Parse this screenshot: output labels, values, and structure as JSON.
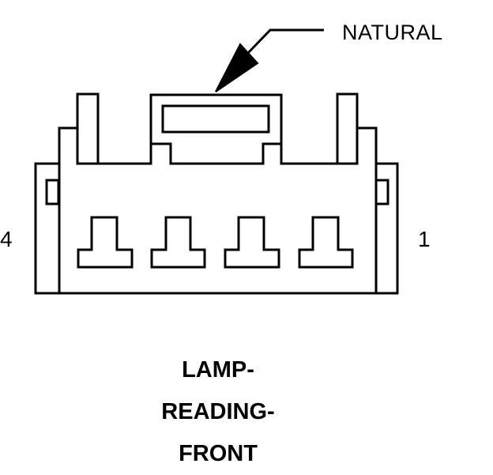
{
  "callout": {
    "color_label": "NATURAL"
  },
  "pins": {
    "left_label": "4",
    "right_label": "1"
  },
  "component": {
    "name_lines": [
      "LAMP-",
      "READING-",
      "FRONT"
    ]
  },
  "colors": {
    "stroke": "#000000",
    "background": "#ffffff"
  }
}
